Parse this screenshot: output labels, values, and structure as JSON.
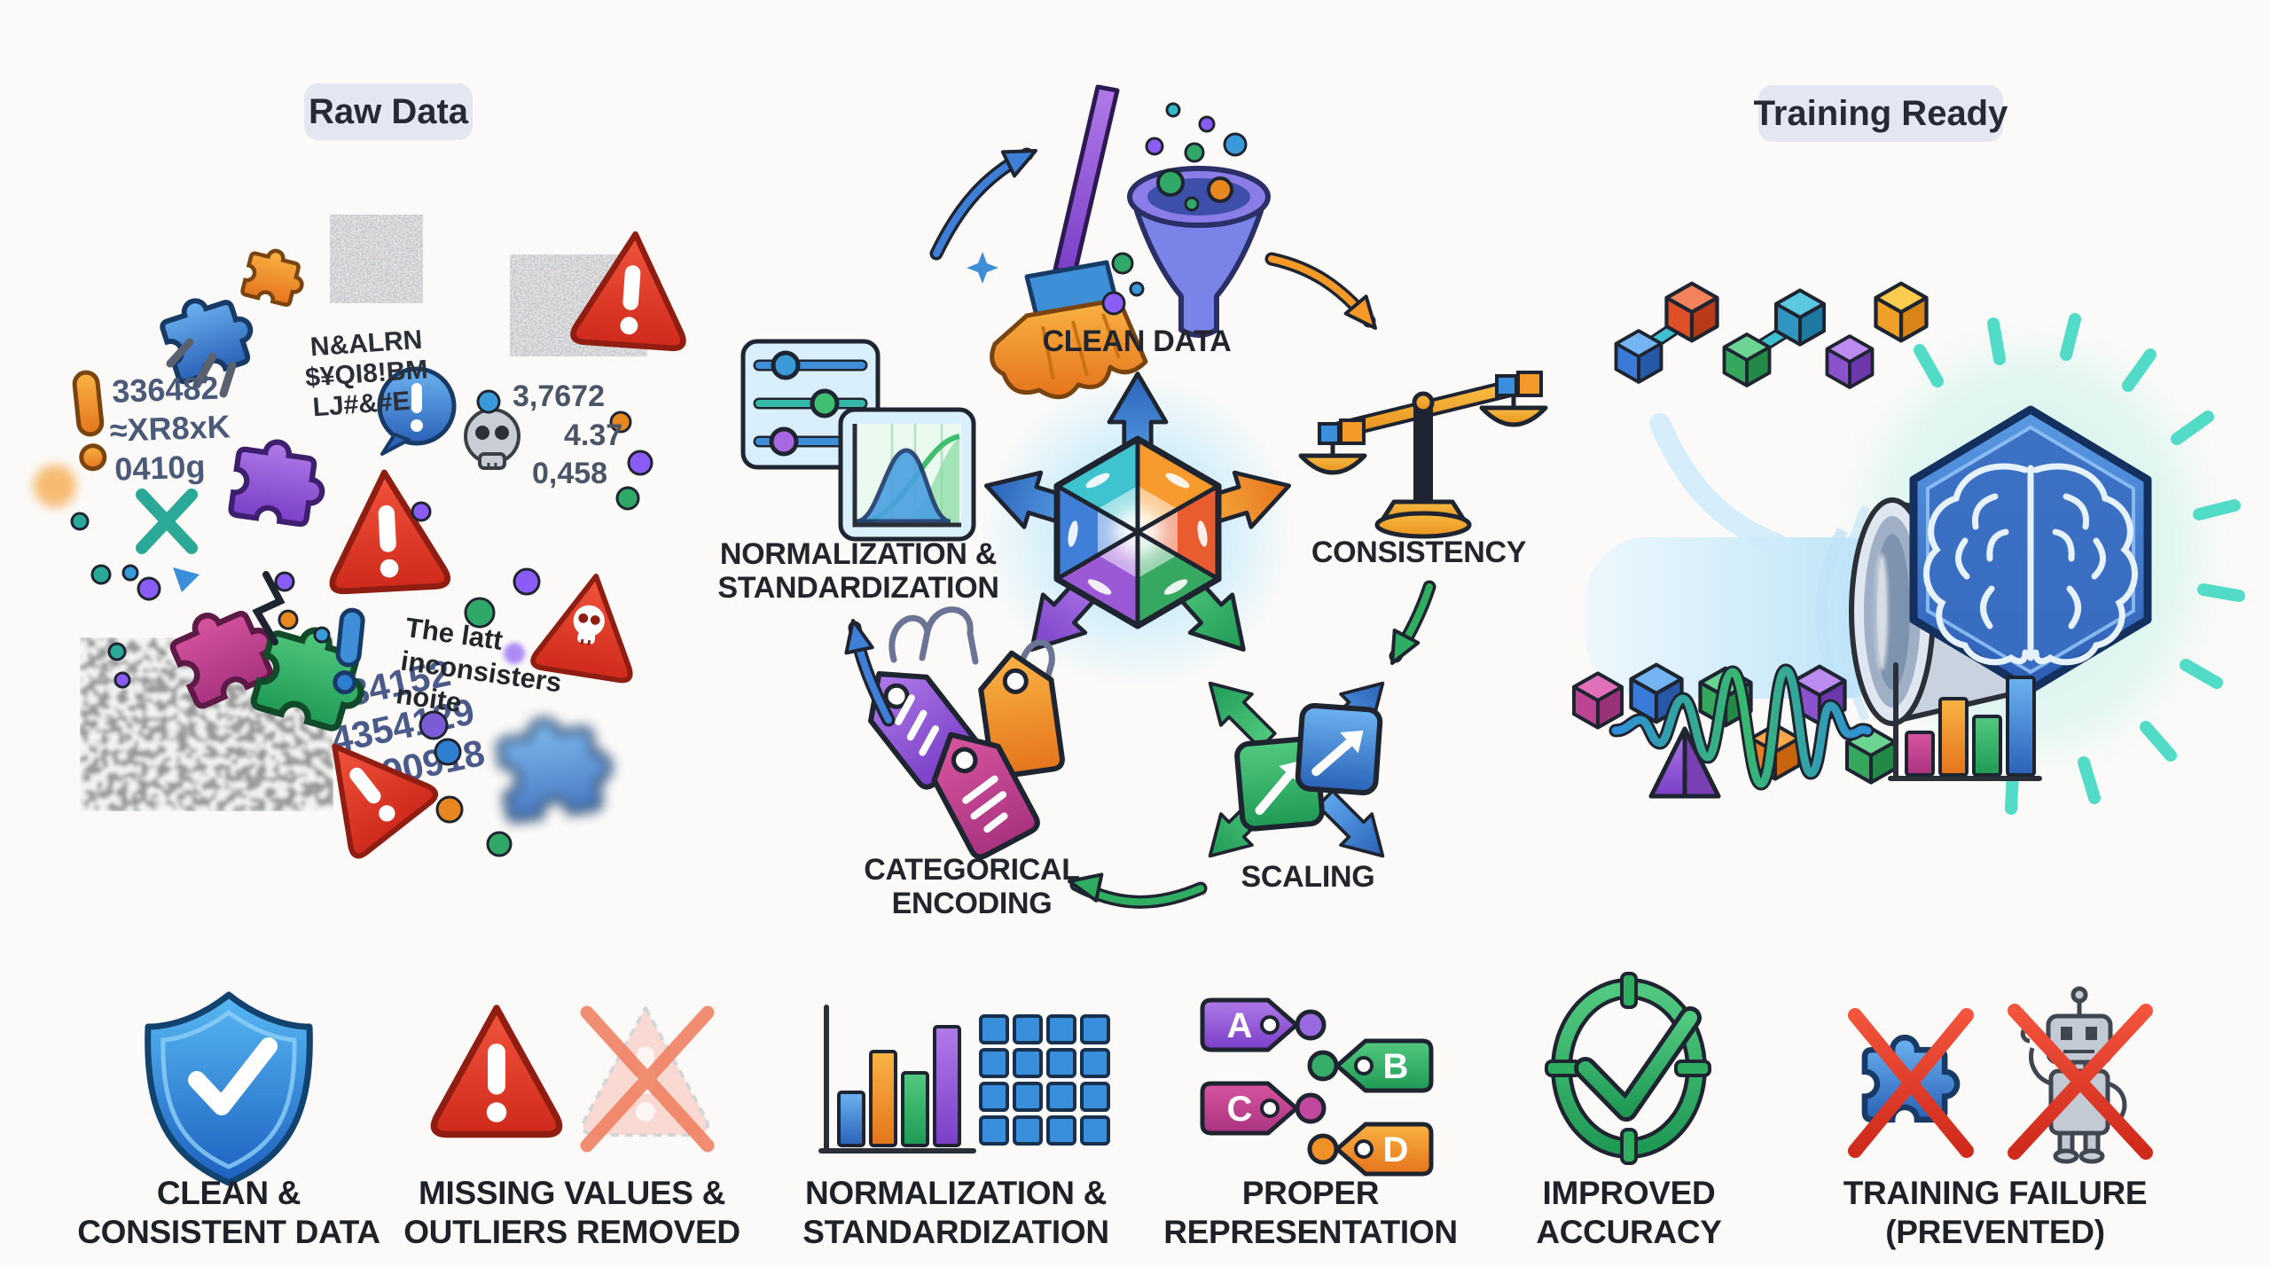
{
  "badges": {
    "raw_data": "Raw Data",
    "training_ready": "Training Ready"
  },
  "cycle": {
    "steps": {
      "clean_data": "CLEAN DATA",
      "consistency": "CONSISTENCY",
      "scaling": "SCALING",
      "categorical_encoding": [
        "CATEGORICAL",
        "ENCODING"
      ],
      "normalization": [
        "NORMALIZATION &",
        "STANDARDIZATION"
      ]
    }
  },
  "raw_cluster": {
    "garbled_symbols": [
      "N&ALRN",
      "$¥QI8!BM",
      "LJ#&#E"
    ],
    "garbled_code": [
      "336482",
      "≈XR8xK",
      "0410g"
    ],
    "garbled_values": [
      "3,7672",
      "4.37",
      "0,458"
    ],
    "garbled_note": [
      "The latt",
      "inconsisters",
      "noite"
    ],
    "garbled_ids": [
      "Y184152",
      "4354129",
      "A90918"
    ]
  },
  "encoding_tags": {
    "a": "A",
    "b": "B",
    "c": "C",
    "d": "D"
  },
  "benefits": [
    [
      "CLEAN &",
      "CONSISTENT DATA"
    ],
    [
      "MISSING VALUES &",
      "OUTLIERS REMOVED"
    ],
    [
      "NORMALIZATION &",
      "STANDARDIZATION"
    ],
    [
      "PROPER",
      "REPRESENTATION"
    ],
    [
      "IMPROVED",
      "ACCURACY"
    ],
    [
      "TRAINING FAILURE",
      "(PREVENTED)"
    ]
  ],
  "icons": {
    "raw": [
      "broken-puzzle-icon",
      "warning-triangle-icon",
      "skull-icon",
      "alert-bubble-icon",
      "exclamation-icon",
      "noise-patch",
      "qr-blur",
      "scatter-dots"
    ],
    "cycle": [
      "broom-icon",
      "funnel-icon",
      "sliders-icon",
      "bell-curve-icon",
      "balance-scale-icon",
      "price-tags-icon",
      "scaling-arrows-icon",
      "data-cube-hub-icon"
    ],
    "ready": [
      "feature-cubes-icon",
      "pipeline-tube-icon",
      "brain-chip-icon",
      "waveform-icon",
      "bar-chart-icon"
    ],
    "benefits": [
      "shield-check-icon",
      "warning-removed-icon",
      "chart-grid-icon",
      "tag-mapping-icon",
      "target-check-icon",
      "no-puzzle-icon",
      "no-robot-icon"
    ]
  },
  "colors": {
    "background": "#fbfaf8",
    "badge_bg": "#e4e6f2",
    "label_text": "#22262c",
    "blue": "#3a8fdd",
    "orange": "#f59a28",
    "green": "#2fae62",
    "purple": "#8b5cf6",
    "magenta": "#c2479e",
    "teal": "#35b8c8",
    "red": "#e8432e",
    "gold": "#f0a838"
  }
}
